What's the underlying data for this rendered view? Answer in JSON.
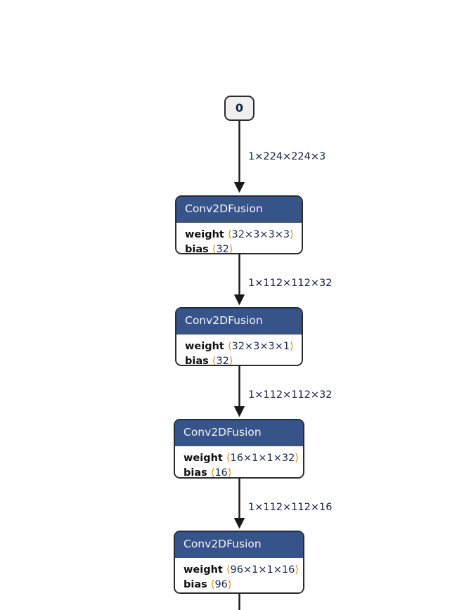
{
  "view": {
    "title": "Netron model graph",
    "background_color": "#ffffff",
    "node_header_color": "#36548a",
    "node_header_text_color": "#f2f5fa",
    "node_body_color": "#ffffff",
    "node_border_color": "#2b2b2b",
    "io_node_color": "#efefef",
    "value_color": "#1a2a52",
    "bracket_color": "#e8880a",
    "edge_color": "#191919"
  },
  "graph": {
    "input_node": {
      "name": "input-node-0",
      "label": "0"
    },
    "nodes": [
      {
        "id": "conv2dfusion-1",
        "type": "Conv2DFusion",
        "attributes": [
          {
            "name": "weight",
            "open": "⟨",
            "value": "32×3×3×3",
            "close": "⟩"
          },
          {
            "name": "bias",
            "open": "⟨",
            "value": "32",
            "close": "⟩"
          }
        ]
      },
      {
        "id": "conv2dfusion-2",
        "type": "Conv2DFusion",
        "attributes": [
          {
            "name": "weight",
            "open": "⟨",
            "value": "32×3×3×1",
            "close": "⟩"
          },
          {
            "name": "bias",
            "open": "⟨",
            "value": "32",
            "close": "⟩"
          }
        ]
      },
      {
        "id": "conv2dfusion-3",
        "type": "Conv2DFusion",
        "attributes": [
          {
            "name": "weight",
            "open": "⟨",
            "value": "16×1×1×32",
            "close": "⟩"
          },
          {
            "name": "bias",
            "open": "⟨",
            "value": "16",
            "close": "⟩"
          }
        ]
      },
      {
        "id": "conv2dfusion-4",
        "type": "Conv2DFusion",
        "attributes": [
          {
            "name": "weight",
            "open": "⟨",
            "value": "96×1×1×16",
            "close": "⟩"
          },
          {
            "name": "bias",
            "open": "⟨",
            "value": "96",
            "close": "⟩"
          }
        ]
      }
    ],
    "edges": [
      {
        "id": "edge-0",
        "from": "input-node-0",
        "to": "conv2dfusion-1",
        "label": "1×224×224×3"
      },
      {
        "id": "edge-1",
        "from": "conv2dfusion-1",
        "to": "conv2dfusion-2",
        "label": "1×112×112×32"
      },
      {
        "id": "edge-2",
        "from": "conv2dfusion-2",
        "to": "conv2dfusion-3",
        "label": "1×112×112×32"
      },
      {
        "id": "edge-3",
        "from": "conv2dfusion-3",
        "to": "conv2dfusion-4",
        "label": "1×112×112×16"
      },
      {
        "id": "edge-4",
        "from": "conv2dfusion-4",
        "to": "off-screen",
        "label": ""
      }
    ]
  }
}
